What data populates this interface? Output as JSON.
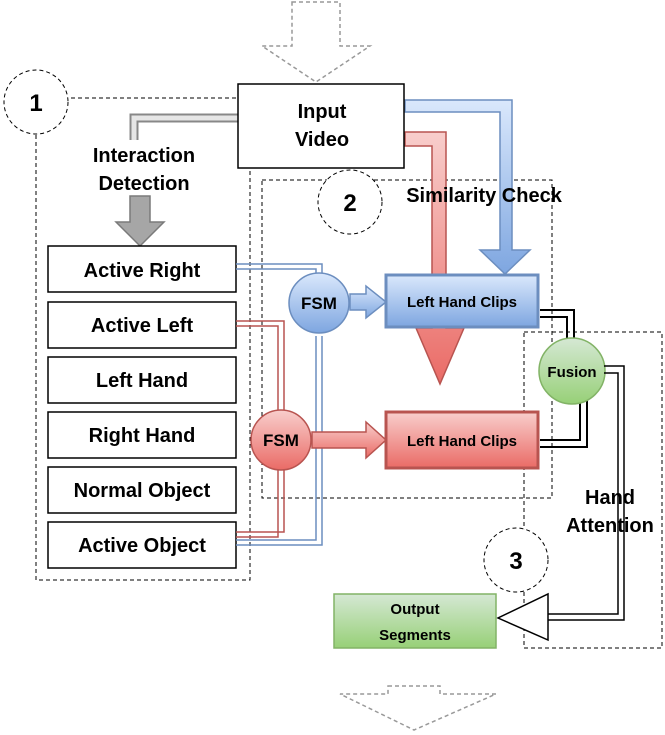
{
  "input": {
    "line1": "Input",
    "line2": "Video"
  },
  "stages": {
    "one": "1",
    "two": "2",
    "three": "3"
  },
  "interaction": {
    "line1": "Interaction",
    "line2": "Detection"
  },
  "similarity_check": "Similarity Check",
  "states": [
    "Active Right",
    "Active Left",
    "Left Hand",
    "Right Hand",
    "Normal Object",
    "Active Object"
  ],
  "fsm_label": "FSM",
  "clips": {
    "top": "Left Hand Clips",
    "bottom": "Left Hand Clips"
  },
  "fusion": "Fusion",
  "hand_attention": {
    "line1": "Hand",
    "line2": "Attention"
  },
  "output": {
    "line1": "Output",
    "line2": "Segments"
  },
  "colors": {
    "blue": "#7ea6e0",
    "blue_fill": "#dae8fc",
    "blue_stroke": "#6c8ebf",
    "red": "#ea6b66",
    "red_fill": "#f8cecc",
    "red_stroke": "#b85450",
    "green_fill": "#d5e8d4",
    "green_stroke": "#82b366",
    "gray": "#999999"
  }
}
